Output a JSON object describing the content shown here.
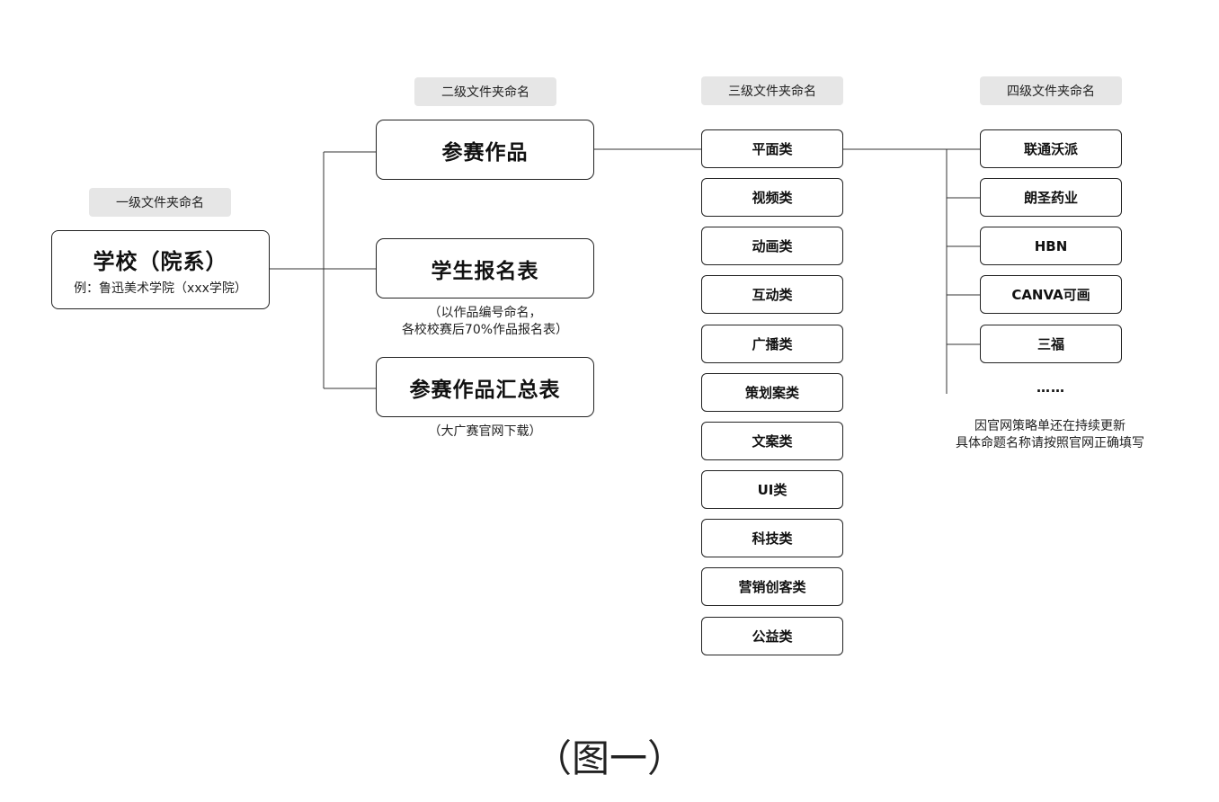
{
  "levels": {
    "l1": "一级文件夹命名",
    "l2": "二级文件夹命名",
    "l3": "三级文件夹命名",
    "l4": "四级文件夹命名"
  },
  "root": {
    "title": "学校（院系）",
    "example": "例：鲁迅美术学院（xxx学院）"
  },
  "level2": [
    {
      "label": "参赛作品",
      "notes": []
    },
    {
      "label": "学生报名表",
      "notes": [
        "（以作品编号命名，",
        "各校校赛后70%作品报名表）"
      ]
    },
    {
      "label": "参赛作品汇总表",
      "notes": [
        "（大广赛官网下载）"
      ]
    }
  ],
  "level3": [
    "平面类",
    "视频类",
    "动画类",
    "互动类",
    "广播类",
    "策划案类",
    "文案类",
    "UI类",
    "科技类",
    "营销创客类",
    "公益类"
  ],
  "level4": {
    "items": [
      "联通沃派",
      "朗圣药业",
      "HBN",
      "CANVA可画",
      "三福"
    ],
    "ellipsis": "……",
    "notes": [
      "因官网策略单还在持续更新",
      "具体命题名称请按照官网正确填写"
    ]
  },
  "caption": "（图一）"
}
